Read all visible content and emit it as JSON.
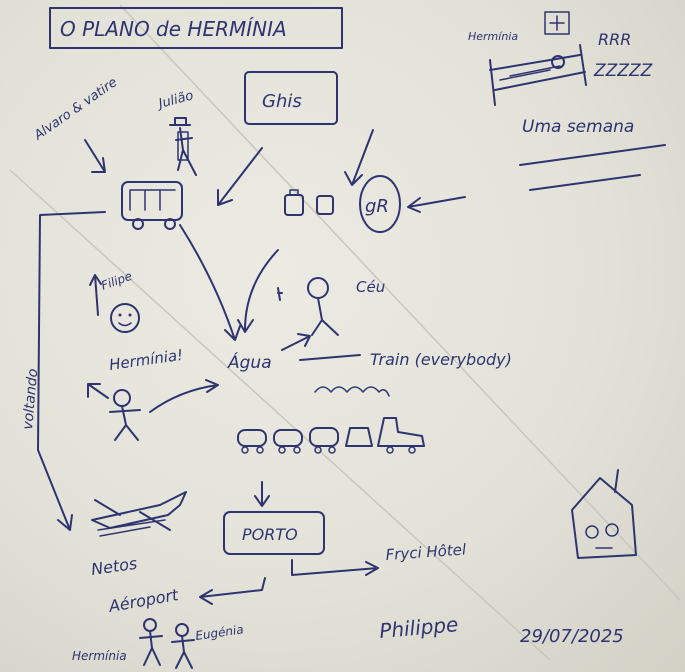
{
  "title": "O PLANO de HERMÍNIA",
  "labels": {
    "herminia_top": "Hermínia",
    "rrr": "RRR",
    "zzzz": "ZZZZZ",
    "uma_semana": "Uma semana",
    "alvaro_vatire": "Alvaro & vatire",
    "juliao": "Julião",
    "ghis": "Ghis",
    "gr": "gR",
    "ceu": "Céu",
    "filipe": "Filipe",
    "herminia_mid": "Hermínia!",
    "agua": "Água",
    "train": "Train (everybody)",
    "voltando": "voltando",
    "porto": "PORTO",
    "netos": "Netos",
    "aeroport": "Aéroport",
    "herminia_bottom": "Hermínia",
    "eugenia": "Eugénia",
    "fryci_hotel": "Fryci Hôtel",
    "signature": "Philippe",
    "date": "29/07/2025"
  }
}
